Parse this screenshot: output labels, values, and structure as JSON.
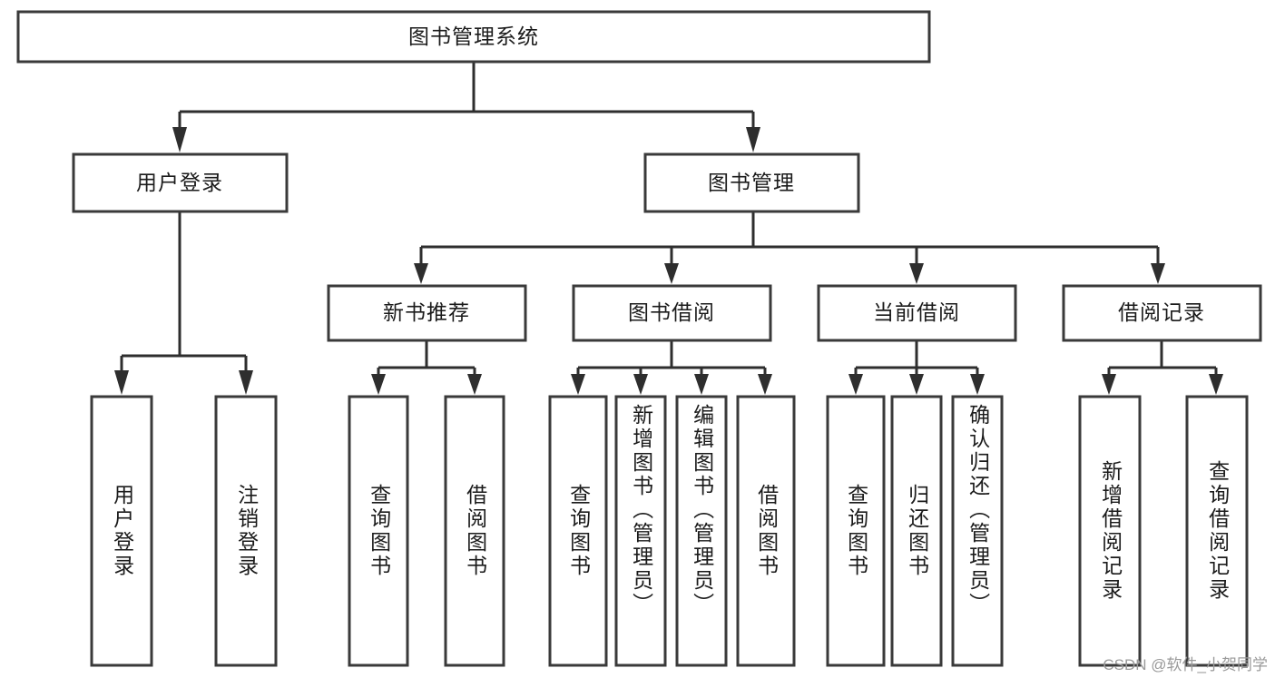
{
  "diagram": {
    "type": "tree",
    "title": "图书管理系统",
    "watermark": "CSDN @软件_小贺同学",
    "levels": {
      "root": {
        "label": "图书管理系统"
      },
      "level2": [
        {
          "label": "用户登录"
        },
        {
          "label": "图书管理"
        }
      ],
      "level3": [
        {
          "label": "新书推荐"
        },
        {
          "label": "图书借阅"
        },
        {
          "label": "当前借阅"
        },
        {
          "label": "借阅记录"
        }
      ],
      "leaves": [
        {
          "label": "用户登录",
          "parent": "用户登录"
        },
        {
          "label": "注销登录",
          "parent": "用户登录"
        },
        {
          "label": "查询图书",
          "parent": "新书推荐"
        },
        {
          "label": "借阅图书",
          "parent": "新书推荐"
        },
        {
          "label": "查询图书",
          "parent": "图书借阅"
        },
        {
          "label": "新增图书（管理员）",
          "parent": "图书借阅"
        },
        {
          "label": "编辑图书（管理员）",
          "parent": "图书借阅"
        },
        {
          "label": "借阅图书",
          "parent": "图书借阅"
        },
        {
          "label": "查询图书",
          "parent": "当前借阅"
        },
        {
          "label": "归还图书",
          "parent": "当前借阅"
        },
        {
          "label": "确认归还（管理员）",
          "parent": "当前借阅"
        },
        {
          "label": "新增借阅记录",
          "parent": "借阅记录"
        },
        {
          "label": "查询借阅记录",
          "parent": "借阅记录"
        }
      ]
    },
    "colors": {
      "box_stroke": "#3a3a3a",
      "connector": "#2e2e2e",
      "text": "#1b1b1b",
      "background": "#ffffff",
      "watermark": "#9a9a9a"
    }
  }
}
